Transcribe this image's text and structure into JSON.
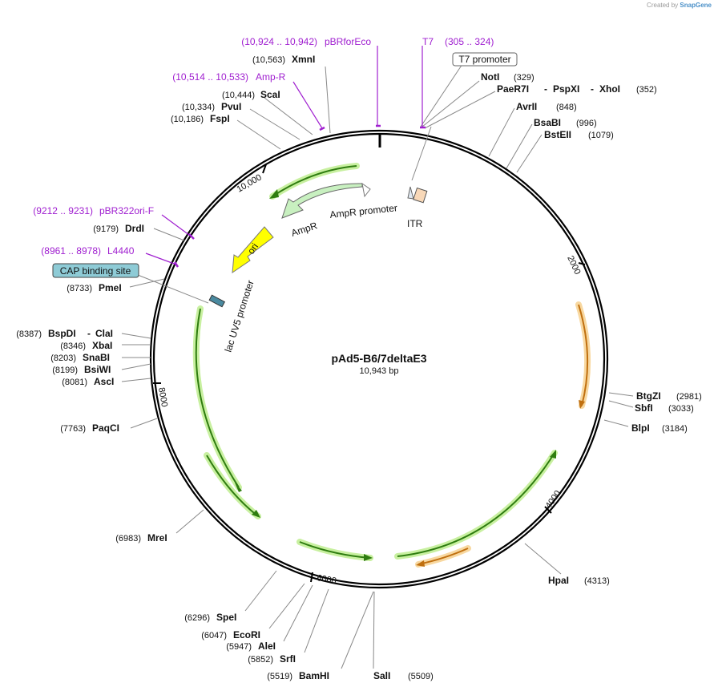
{
  "credit": {
    "prefix": "Created by",
    "brand": "SnapGene"
  },
  "plasmid": {
    "name": "pAd5-B6/7deltaE3",
    "length_label": "10,943 bp",
    "length": 10943
  },
  "colors": {
    "backbone": "#000000",
    "primer": "#a020d0",
    "green_feature": "#2f7d10",
    "green_glow": "#c8f0a0",
    "orange_feature": "#c07010",
    "orange_glow": "#f8d8a0",
    "yellow_ori": "#ffff00",
    "cap_box": "#8ecbd6",
    "itr_fill": "#f8d8b8"
  },
  "ticks": [
    "10,000",
    "2000",
    "4000",
    "6000",
    "8000"
  ],
  "enzymes": [
    {
      "name": "XmnI",
      "pos": "(10,563)"
    },
    {
      "name": "ScaI",
      "pos": "(10,444)"
    },
    {
      "name": "PvuI",
      "pos": "(10,334)"
    },
    {
      "name": "FspI",
      "pos": "(10,186)"
    },
    {
      "name": "NotI",
      "pos": "(329)"
    },
    {
      "name": "PaeR7I",
      "name2": "PspXI",
      "name3": "XhoI",
      "pos": "(352)"
    },
    {
      "name": "AvrII",
      "pos": "(848)"
    },
    {
      "name": "BsaBI",
      "pos": "(996)"
    },
    {
      "name": "BstEII",
      "pos": "(1079)"
    },
    {
      "name": "DrdI",
      "pos": "(9179)"
    },
    {
      "name": "PmeI",
      "pos": "(8733)"
    },
    {
      "name": "BspDI",
      "name2": "ClaI",
      "pos": "(8387)"
    },
    {
      "name": "XbaI",
      "pos": "(8346)"
    },
    {
      "name": "SnaBI",
      "pos": "(8203)"
    },
    {
      "name": "BsiWI",
      "pos": "(8199)"
    },
    {
      "name": "AscI",
      "pos": "(8081)"
    },
    {
      "name": "PaqCI",
      "pos": "(7763)"
    },
    {
      "name": "MreI",
      "pos": "(6983)"
    },
    {
      "name": "SpeI",
      "pos": "(6296)"
    },
    {
      "name": "EcoRI",
      "pos": "(6047)"
    },
    {
      "name": "AleI",
      "pos": "(5947)"
    },
    {
      "name": "SrfI",
      "pos": "(5852)"
    },
    {
      "name": "BamHI",
      "pos": "(5519)"
    },
    {
      "name": "SalI",
      "pos": "(5509)"
    },
    {
      "name": "BtgZI",
      "pos": "(2981)"
    },
    {
      "name": "SbfI",
      "pos": "(3033)"
    },
    {
      "name": "BlpI",
      "pos": "(3184)"
    },
    {
      "name": "HpaI",
      "pos": "(4313)"
    }
  ],
  "primers": [
    {
      "name": "pBRforEco",
      "range": "(10,924 .. 10,942)"
    },
    {
      "name": "T7",
      "range": "(305 .. 324)"
    },
    {
      "name": "Amp-R",
      "range": "(10,514 .. 10,533)"
    },
    {
      "name": "pBR322ori-F",
      "range": "(9212 .. 9231)"
    },
    {
      "name": "L4440",
      "range": "(8961 .. 8978)"
    }
  ],
  "features": {
    "t7_promoter": "T7 promoter",
    "cap_binding_site": "CAP binding site",
    "ampr": "AmpR",
    "ampr_promoter": "AmpR promoter",
    "ori": "ori",
    "itr": "ITR",
    "lac_uv5_promoter": "lac UV5 promoter"
  }
}
